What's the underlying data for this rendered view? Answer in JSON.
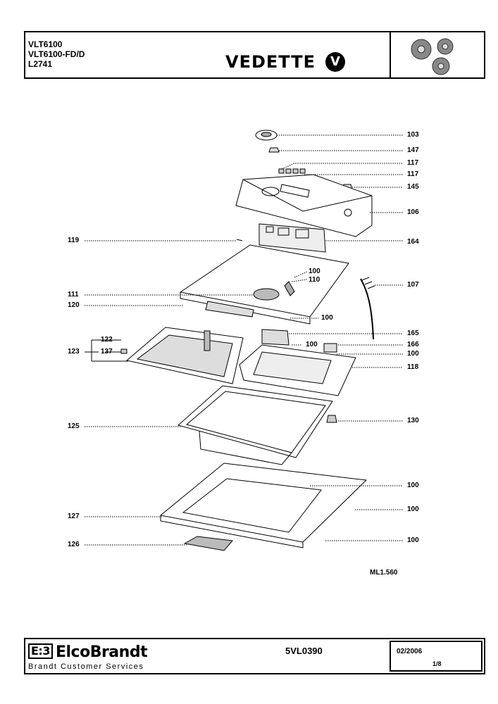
{
  "header": {
    "models": [
      "VLT6100",
      "VLT6100-FD/D",
      "L2741"
    ],
    "brand": "VEDETTE",
    "brand_mark": "V"
  },
  "callouts": [
    {
      "id": "c103",
      "label": "103"
    },
    {
      "id": "c147",
      "label": "147"
    },
    {
      "id": "c117a",
      "label": "117"
    },
    {
      "id": "c117b",
      "label": "117"
    },
    {
      "id": "c145",
      "label": "145"
    },
    {
      "id": "c106",
      "label": "106"
    },
    {
      "id": "c119",
      "label": "119"
    },
    {
      "id": "c164",
      "label": "164"
    },
    {
      "id": "c100a",
      "label": "100"
    },
    {
      "id": "c110",
      "label": "110"
    },
    {
      "id": "c107",
      "label": "107"
    },
    {
      "id": "c111",
      "label": "111"
    },
    {
      "id": "c120",
      "label": "120"
    },
    {
      "id": "c100b",
      "label": "100"
    },
    {
      "id": "c165",
      "label": "165"
    },
    {
      "id": "c122",
      "label": "122"
    },
    {
      "id": "c100c",
      "label": "100"
    },
    {
      "id": "c166",
      "label": "166"
    },
    {
      "id": "c123",
      "label": "123"
    },
    {
      "id": "c137",
      "label": "137"
    },
    {
      "id": "c100d",
      "label": "100"
    },
    {
      "id": "c118",
      "label": "118"
    },
    {
      "id": "c125",
      "label": "125"
    },
    {
      "id": "c130",
      "label": "130"
    },
    {
      "id": "c100e",
      "label": "100"
    },
    {
      "id": "c127",
      "label": "127"
    },
    {
      "id": "c100f",
      "label": "100"
    },
    {
      "id": "c126",
      "label": "126"
    },
    {
      "id": "c100g",
      "label": "100"
    }
  ],
  "reference": "ML1.560",
  "footer": {
    "logo_mark": "E:3",
    "company": "ElcoBrandt",
    "subtitle": "Brandt Customer Services",
    "doc_number": "5VL0390",
    "date": "02/2006",
    "page": "1/8"
  }
}
